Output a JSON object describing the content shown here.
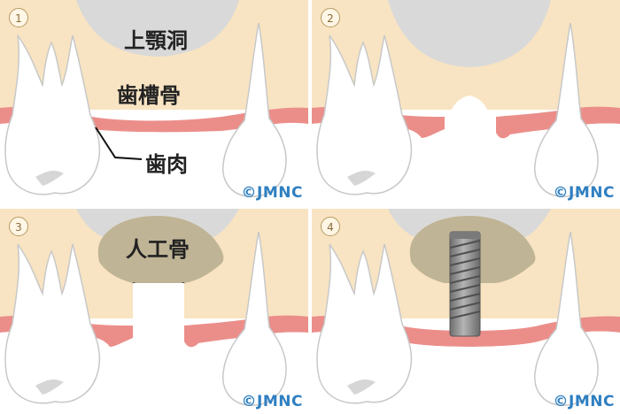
{
  "panels": [
    {
      "step": "1",
      "labels": {
        "sinus": "上顎洞",
        "bone": "歯槽骨",
        "gum": "歯肉"
      },
      "copyright": "©JMNC"
    },
    {
      "step": "2",
      "copyright": "©JMNC"
    },
    {
      "step": "3",
      "labels": {
        "graft": "人工骨"
      },
      "copyright": "©JMNC"
    },
    {
      "step": "4",
      "copyright": "©JMNC"
    }
  ],
  "colors": {
    "sinus": "#d9d9d9",
    "bone": "#f8e4c2",
    "gum": "#eb8e8a",
    "tooth": "#ffffff",
    "tooth_outline": "#c8c8c8",
    "graft": "#c0b496",
    "implant": "#8d8d8d",
    "copyright": "#2f7fc1"
  }
}
